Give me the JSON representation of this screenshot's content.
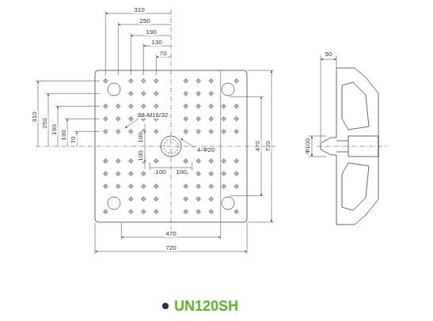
{
  "diagram": {
    "caption": "UN120SH",
    "labels": [
      "310",
      "250",
      "190",
      "130",
      "70",
      "310",
      "250",
      "190",
      "130",
      "70",
      "68-M16/32",
      "100",
      "100",
      "100",
      "100",
      "4-Φ20",
      "470",
      "720",
      "470",
      "720",
      "50",
      "Φ100"
    ]
  }
}
